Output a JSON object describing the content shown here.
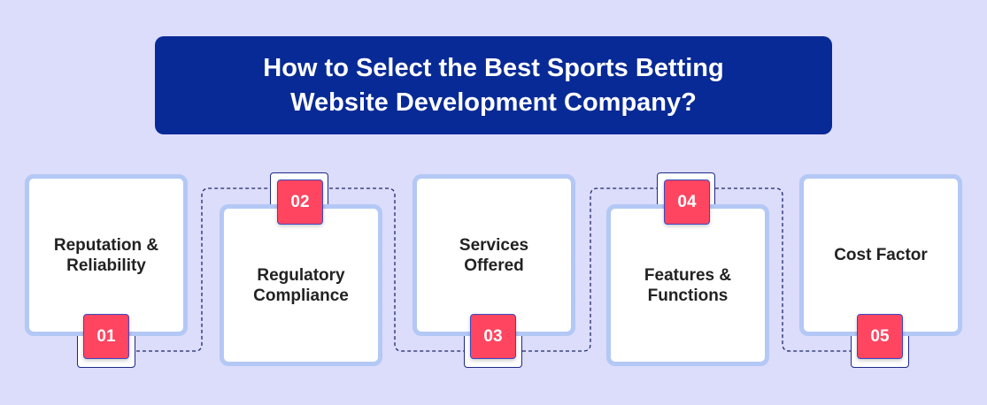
{
  "title": {
    "line1": "How to Select the Best Sports Betting",
    "line2": "Website Development Company?"
  },
  "steps": [
    {
      "number": "01",
      "label": "Reputation & Reliability"
    },
    {
      "number": "02",
      "label": "Regulatory Compliance"
    },
    {
      "number": "03",
      "label": "Services Offered"
    },
    {
      "number": "04",
      "label": "Features & Functions"
    },
    {
      "number": "05",
      "label": "Cost Factor"
    }
  ],
  "colors": {
    "background": "#dcdcfb",
    "title_bg": "#082a96",
    "badge": "#ff4560",
    "card_border": "#b3c8f5"
  }
}
